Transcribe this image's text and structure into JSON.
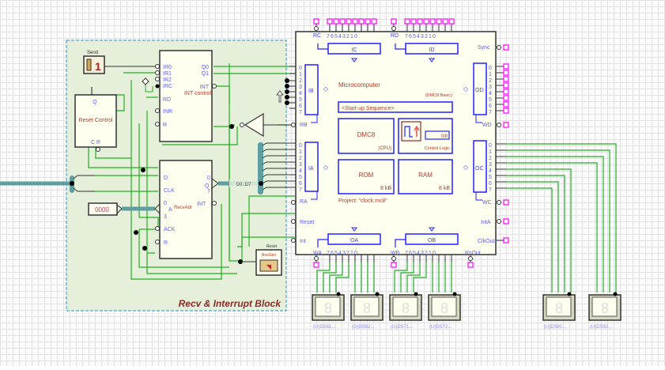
{
  "block": {
    "title": "Recv & Interrupt Block"
  },
  "send_switch": {
    "label": "Send",
    "value": "1"
  },
  "reset_control": {
    "title": "Reset Control",
    "pin_q": "Q",
    "pin_cr": "C R"
  },
  "int_control": {
    "title": "INT control",
    "inputs": [
      "IR0",
      "IR1",
      "IR2",
      "IRC",
      "RD",
      "INR",
      "R"
    ],
    "outputs": [
      "Q0",
      "Q1",
      "INT"
    ]
  },
  "recv_adr": {
    "title": "RecvAdr",
    "inputs": [
      "D",
      "CLK",
      "A",
      "ACK",
      "R"
    ],
    "bus_range_top": "0",
    "bus_range_bottom": "3",
    "out_q": "Q",
    "out_q_top": "0",
    "out_q_bottom": "7",
    "out_int": "INT"
  },
  "address_const": {
    "value": "0000"
  },
  "bus_label": {
    "value": "D0..D7"
  },
  "resgen": {
    "title": "ResGen",
    "reset_label": "Reset"
  },
  "microcomputer": {
    "title": "Microcomputer",
    "subtitle": "(DMC8 Basic)",
    "startup": "<Start-up Sequence>",
    "cpu_name": "DMC8",
    "cpu_label": "(CPU)",
    "control_value": "0/8",
    "control_label": "Control Logic",
    "rom_label": "ROM",
    "rom_size": "8 kB",
    "ram_label": "RAM",
    "ram_size": "8 kB",
    "project": "Project: \"clock.mc8\"",
    "port_ic": "IC",
    "port_id": "ID",
    "port_ib": "IB",
    "port_ia": "IA",
    "port_od": "OD",
    "port_oc": "OC",
    "port_oa": "OA",
    "port_ob": "OB",
    "bit_labels": "76543210",
    "pin_rc": "RC",
    "pin_rd": "RD",
    "pin_rb": "RB",
    "pin_ra": "RA",
    "pin_reset": "Reset",
    "pin_int": "Int",
    "pin_sync": "Sync",
    "pin_wd": "WD",
    "pin_wc": "WC",
    "pin_inta": "IntA",
    "pin_clkout": "ClkOut",
    "pin_wa": "WA",
    "pin_wb": "WB",
    "pin_rsout": "RsOut",
    "vert_bits": [
      "0",
      "1",
      "2",
      "3",
      "4",
      "5",
      "6",
      "7"
    ]
  },
  "displays": [
    {
      "label": "(U)DS61..."
    },
    {
      "label": "(U)DS62..."
    },
    {
      "label": "(U)DS71..."
    },
    {
      "label": "(U)DS72..."
    },
    {
      "label": "(U)DS81..."
    },
    {
      "label": "(U)DS82..."
    }
  ],
  "colors": {
    "wire_green": "#22b022",
    "bus_teal": "#5f9ea0",
    "block_fill": "#e5efd9",
    "block_border": "#2a8fd6",
    "component_fill": "#fffff0",
    "label_blue": "#3a3aff",
    "label_red": "#b33a2a",
    "pin_magenta": "#ff00ff"
  }
}
